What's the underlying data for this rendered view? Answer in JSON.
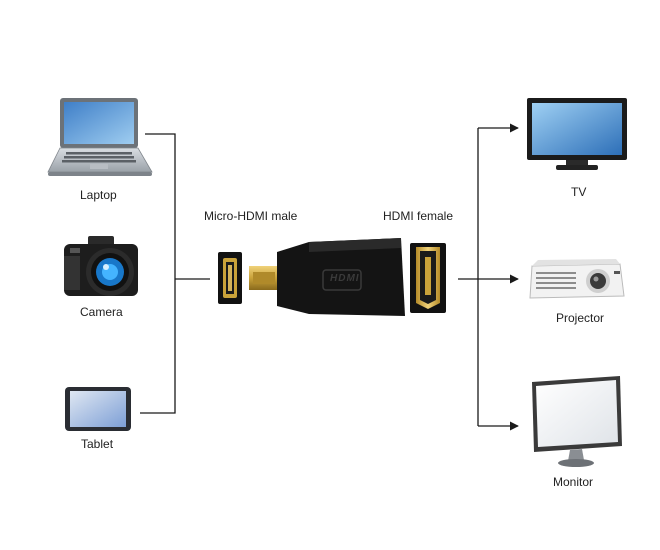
{
  "sources": {
    "laptop": "Laptop",
    "camera": "Camera",
    "tablet": "Tablet"
  },
  "adapter": {
    "input_label": "Micro-HDMI male",
    "output_label": "HDMI female",
    "logo": "HDMI"
  },
  "outputs": {
    "tv": "TV",
    "projector": "Projector",
    "monitor": "Monitor"
  },
  "colors": {
    "line": "#1a1a1a",
    "gold": "#c9a23a",
    "adapter_body": "#141414"
  }
}
